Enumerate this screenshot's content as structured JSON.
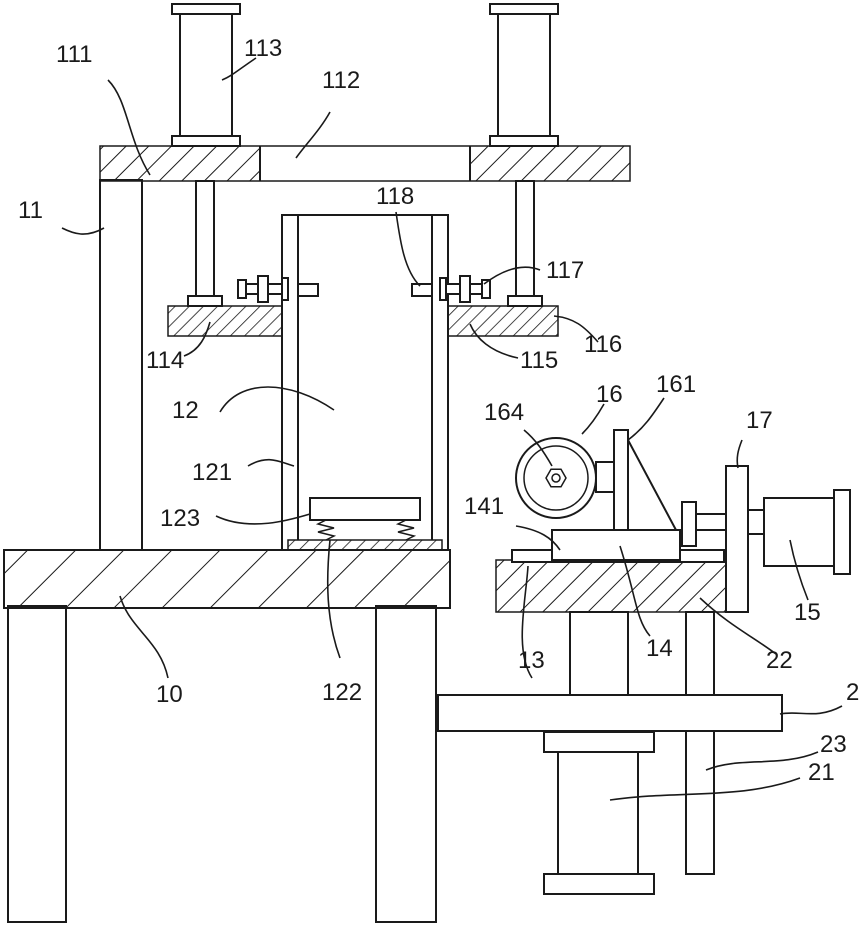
{
  "labels": {
    "l10": "10",
    "l11": "11",
    "l111": "111",
    "l112": "112",
    "l113": "113",
    "l114": "114",
    "l115": "115",
    "l116": "116",
    "l117": "117",
    "l118": "118",
    "l12": "12",
    "l121": "121",
    "l122": "122",
    "l123": "123",
    "l13": "13",
    "l14": "14",
    "l141": "141",
    "l15": "15",
    "l16": "16",
    "l161": "161",
    "l164": "164",
    "l17": "17",
    "l2": "2",
    "l21": "21",
    "l22": "22",
    "l23": "23"
  },
  "colors": {
    "line": "#1a1a1a",
    "background": "#ffffff"
  }
}
